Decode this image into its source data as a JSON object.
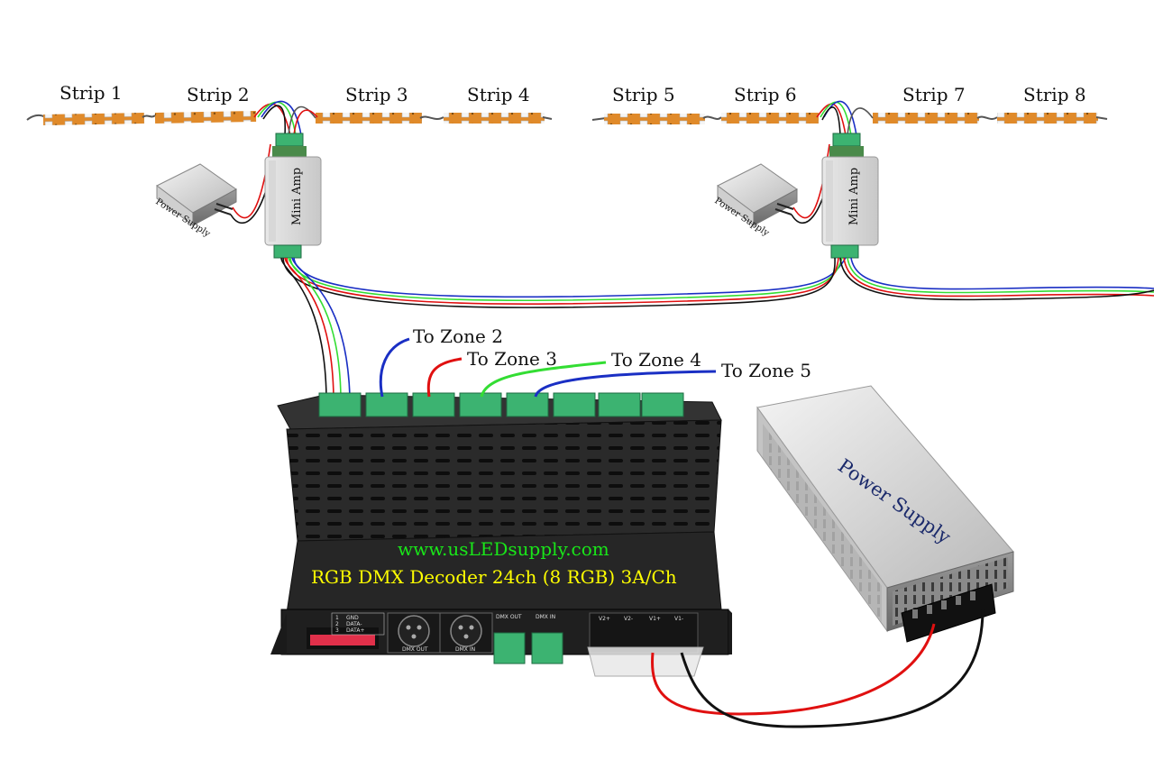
{
  "strips": [
    {
      "label": "Strip 1"
    },
    {
      "label": "Strip 2"
    },
    {
      "label": "Strip 3"
    },
    {
      "label": "Strip 4"
    },
    {
      "label": "Strip 5"
    },
    {
      "label": "Strip 6"
    },
    {
      "label": "Strip 7"
    },
    {
      "label": "Strip 8"
    }
  ],
  "zones": [
    {
      "label": "To Zone 2",
      "wire_color": "#1a2fc4"
    },
    {
      "label": "To Zone 3",
      "wire_color": "#e01010"
    },
    {
      "label": "To Zone 4",
      "wire_color": "#33dd33"
    },
    {
      "label": "To Zone 5",
      "wire_color": "#1a2fc4"
    }
  ],
  "amplifier": {
    "label": "Mini Amp"
  },
  "small_power_supply": {
    "label": "Power Supply"
  },
  "main_power_supply": {
    "label": "Power Supply"
  },
  "decoder": {
    "website": "www.usLEDsupply.com",
    "title": "RGB DMX Decoder 24ch (8 RGB) 3A/Ch",
    "dip_legend": [
      "GND",
      "DATA-",
      "DATA+"
    ],
    "dip_legend_numbers": [
      "1",
      "2",
      "3"
    ],
    "xlr_out_label": "DMX OUT",
    "xlr_in_label": "DMX IN",
    "terminal_out_label": "DMX OUT",
    "terminal_in_label": "DMX IN",
    "power_terminals": [
      "V2+",
      "V2-",
      "V1+",
      "V1-"
    ]
  },
  "colors": {
    "red": "#e01010",
    "green": "#33dd33",
    "blue": "#1a2fc4",
    "black": "#111111",
    "terminal_green": "#3cb371",
    "decoder_body": "#2a2a2a",
    "strip_orange": "#e08a2a"
  }
}
